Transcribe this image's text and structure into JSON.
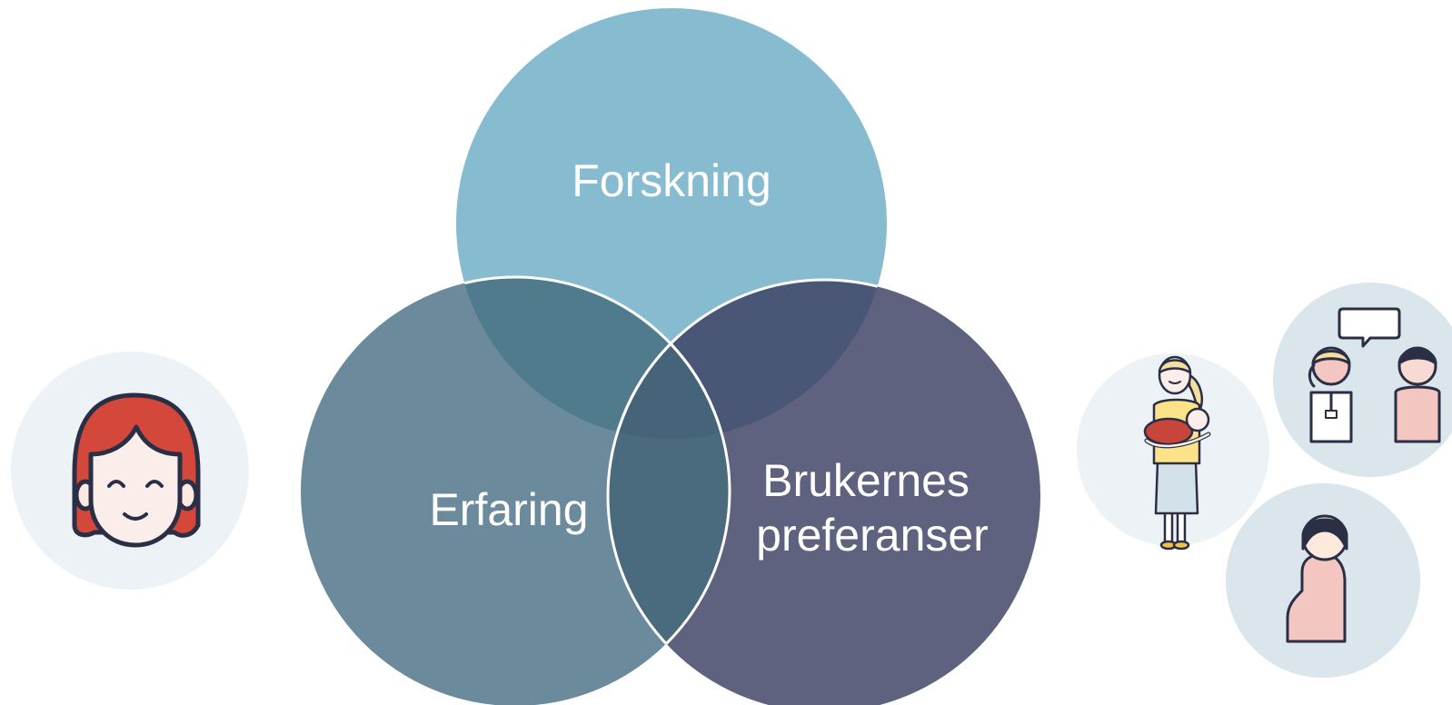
{
  "venn": {
    "circles": [
      {
        "id": "forskning",
        "label_lines": [
          "Forskning"
        ],
        "color": "#87BCD0"
      },
      {
        "id": "erfaring",
        "label_lines": [
          "Erfaring"
        ],
        "color": "#6B8A9B"
      },
      {
        "id": "brukernes",
        "label_lines": [
          "Brukernes",
          "preferanser"
        ],
        "color": "#5F627F"
      }
    ],
    "overlap_colors": {
      "forskning_erfaring": "#4F7B8D",
      "forskning_brukernes": "#4A5676",
      "erfaring_brukernes": "#4A6A7D",
      "all_three": "#466479"
    },
    "outline_color": "#ffffff"
  },
  "illustrations": {
    "professional": {
      "icon": "smiling-woman-face-icon",
      "bg": "#ECF2F6"
    },
    "mother_with_baby": {
      "icon": "mother-holding-baby-icon",
      "bg": "#ECF2F6"
    },
    "consultation": {
      "icon": "two-people-conversation-icon",
      "bg": "#DAE5EC"
    },
    "pregnant_woman": {
      "icon": "pregnant-woman-icon",
      "bg": "#DAE5EC"
    }
  }
}
